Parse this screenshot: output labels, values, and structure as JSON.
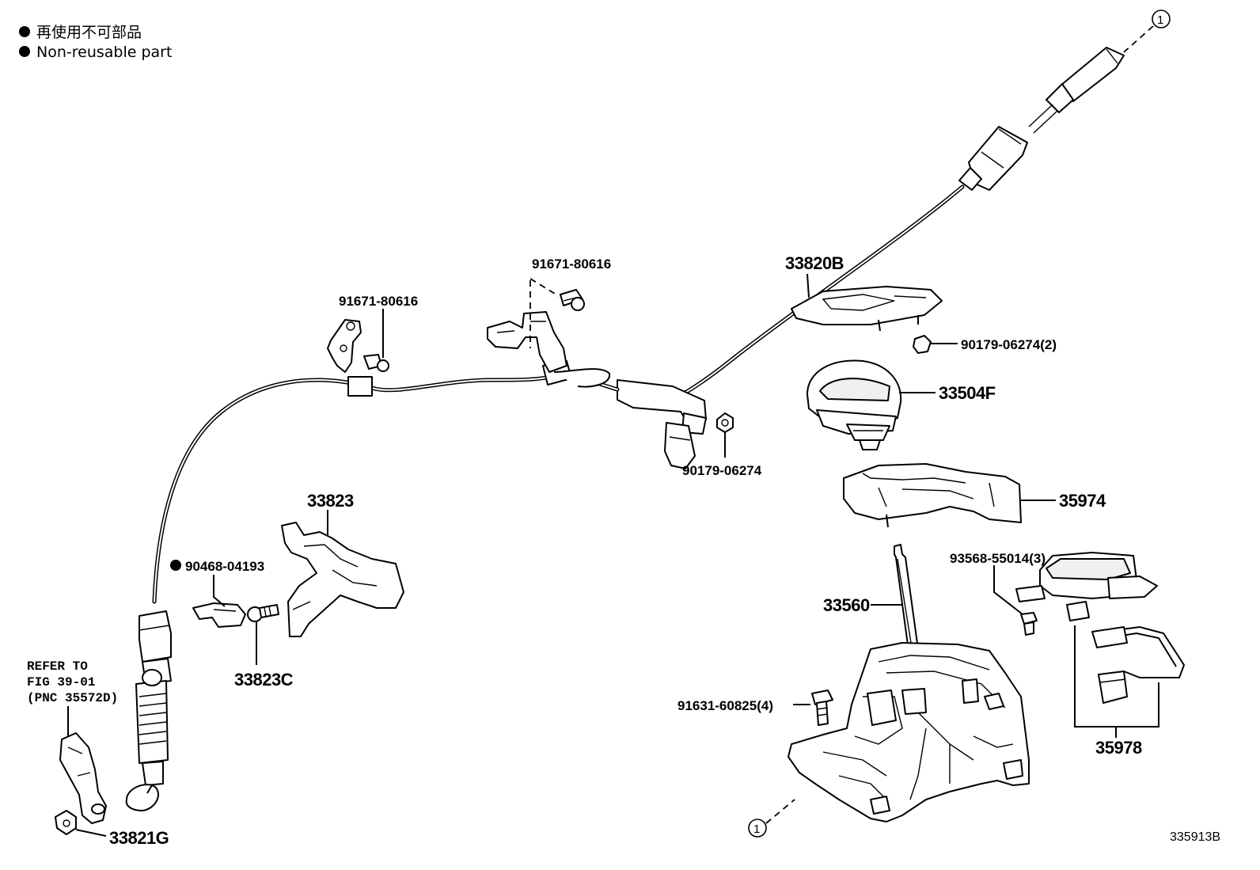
{
  "legend": [
    {
      "symbol": "black-dot",
      "text": "再使用不可部品"
    },
    {
      "symbol": "black-dot",
      "text": "Non-reusable part"
    }
  ],
  "labels": {
    "p33820B": "33820B",
    "p90179_2": "90179-06274(2)",
    "p33504F": "33504F",
    "p35974": "35974",
    "p93568": "93568-55014(3)",
    "p33560": "33560",
    "p35978": "35978",
    "p91631": "91631-60825(4)",
    "p91671_a": "91671-80616",
    "p91671_b": "91671-80616",
    "p90179": "90179-06274",
    "p33823": "33823",
    "p90468": "90468-04193",
    "p33823C": "33823C",
    "p33821G": "33821G"
  },
  "refer": {
    "line1": "REFER TO",
    "line2": "FIG 39-01",
    "line3": "(PNC 35572D)"
  },
  "connection_ref": "1",
  "figure_id": "335913B",
  "colors": {
    "line": "#000000",
    "background": "#ffffff",
    "non_reusable_dot": "#000000"
  }
}
